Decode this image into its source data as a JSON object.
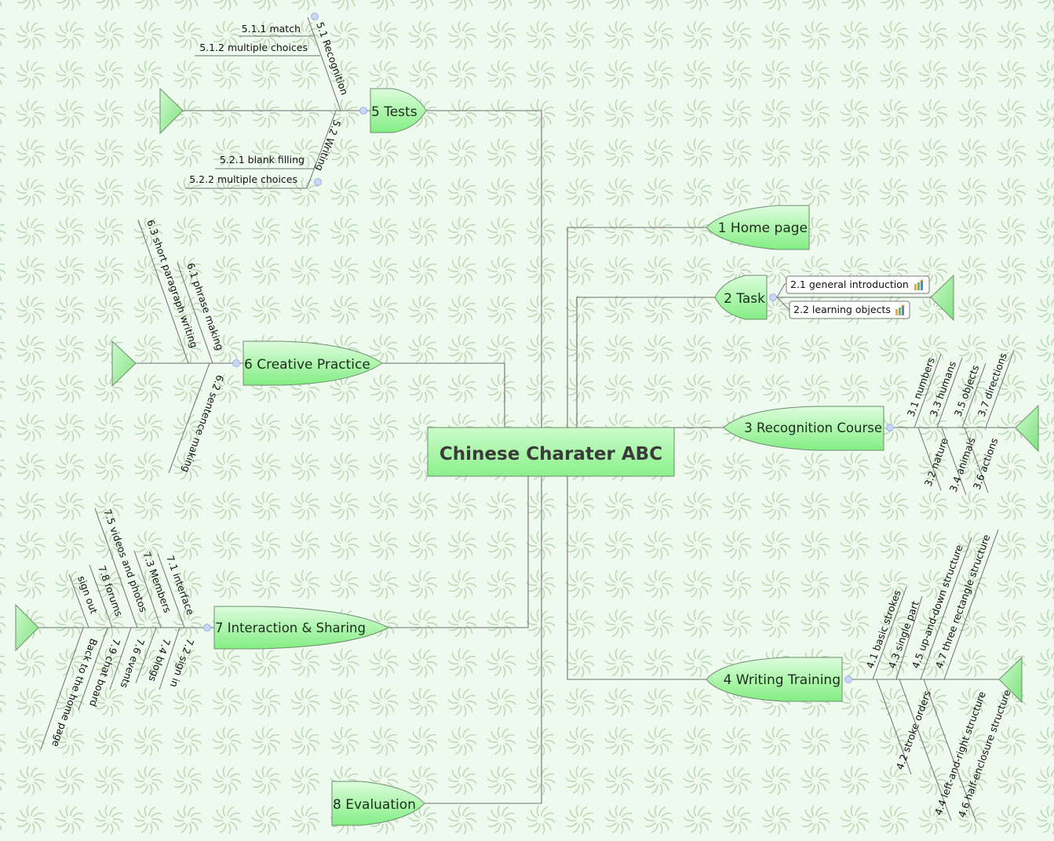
{
  "central": {
    "label": "Chinese Charater ABC"
  },
  "colors": {
    "background": "#eefaee",
    "pattern": "#a8c8a0",
    "node_top": "#d8fad8",
    "node_bottom": "#86f086",
    "node_stroke": "#6e8e6e",
    "line": "#6f6f6f",
    "collapse": "#b8c8f0",
    "central_top": "#c8fcc8",
    "central_bottom": "#88f088"
  },
  "topics": [
    {
      "id": "home",
      "label": "1 Home page",
      "side": "right",
      "subtopics": []
    },
    {
      "id": "task",
      "label": "2 Task",
      "side": "right",
      "subtopics": [
        {
          "label": "2.1 general introduction",
          "icon": "task-progress-icon"
        },
        {
          "label": "2.2 learning objects",
          "icon": "task-progress-icon"
        }
      ]
    },
    {
      "id": "recognition",
      "label": "3 Recognition Course",
      "side": "right",
      "ribs_top": [
        "3.1 numbers",
        "3.3 humans",
        "3.5 objects",
        "3.7 directions"
      ],
      "ribs_bottom": [
        "3.2 nature",
        "3.4 animals",
        "3.6 actions"
      ]
    },
    {
      "id": "writing",
      "label": "4 Writing Training",
      "side": "right",
      "ribs_top": [
        "4.1 basic strokes",
        "4.3 single part",
        "4.5 up-and-down structure",
        "4.7 three rectangle structure"
      ],
      "ribs_bottom": [
        "4.2 stroke orders",
        "4.4 left-and-right structure",
        "4.6 half-enclosure structure"
      ]
    },
    {
      "id": "tests",
      "label": "5 Tests",
      "side": "left",
      "branches": [
        {
          "label": "5.1 Recognition",
          "children": [
            "5.1.1 match",
            "5.1.2 multiple choices"
          ]
        },
        {
          "label": "5.2 Writing",
          "children": [
            "5.2.1 blank filling",
            "5.2.2 multiple choices"
          ]
        }
      ]
    },
    {
      "id": "creative",
      "label": "6 Creative Practice",
      "side": "left",
      "ribs_top": [
        "6.1 phrase making",
        "6.3 short paragraph writing"
      ],
      "ribs_bottom": [
        "6.2 sentence making"
      ]
    },
    {
      "id": "interaction",
      "label": "7 Interaction & Sharing",
      "side": "left",
      "ribs_top": [
        "7.1 interface",
        "7.3 Members",
        "7.5 videos and photos",
        "7.8 forums",
        "sign out"
      ],
      "ribs_bottom": [
        "7.2 sign in",
        "7.4 blogs",
        "7.6 events",
        "7.9 chat board",
        "Back to the home page"
      ]
    },
    {
      "id": "evaluation",
      "label": "8 Evaluation",
      "side": "left",
      "subtopics": []
    }
  ]
}
